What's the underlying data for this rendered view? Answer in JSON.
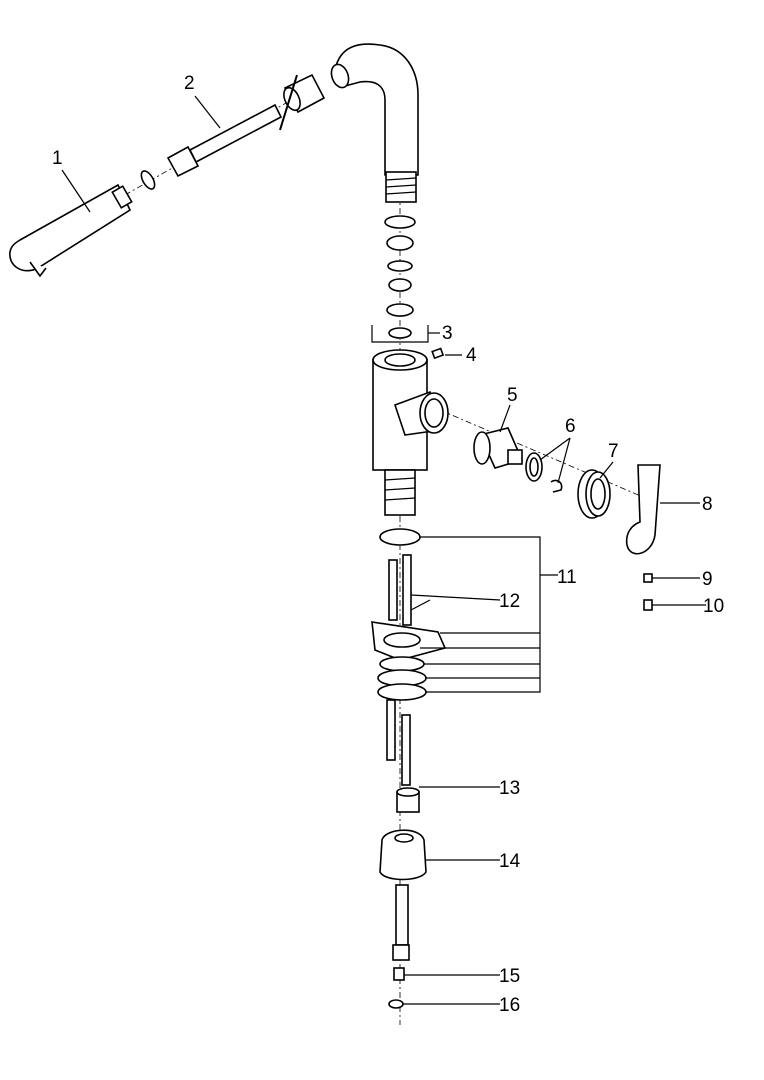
{
  "diagram": {
    "type": "exploded-parts-diagram",
    "parts": [
      {
        "number": "1"
      },
      {
        "number": "2"
      },
      {
        "number": "3"
      },
      {
        "number": "4"
      },
      {
        "number": "5"
      },
      {
        "number": "6"
      },
      {
        "number": "7"
      },
      {
        "number": "8"
      },
      {
        "number": "9"
      },
      {
        "number": "10"
      },
      {
        "number": "11"
      },
      {
        "number": "12"
      },
      {
        "number": "13"
      },
      {
        "number": "14"
      },
      {
        "number": "15"
      },
      {
        "number": "16"
      }
    ]
  }
}
